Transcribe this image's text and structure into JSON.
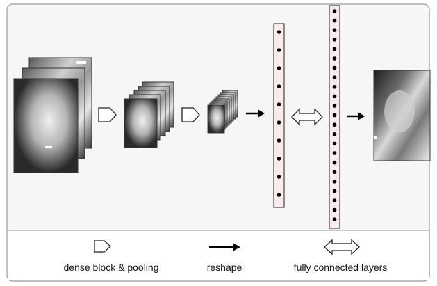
{
  "legend": {
    "dense_block": "dense block & pooling",
    "reshape": "reshape",
    "fully_connected": "fully connected layers"
  },
  "colors": {
    "frame_border": "#9a9a9a",
    "panel_bg": "#f6f6f6",
    "divider": "#a8a8a8",
    "vector_fill": "#fbecec",
    "node": "#000000"
  },
  "icons": [
    "dense-block-pooling-icon",
    "reshape-arrow-icon",
    "fully-connected-double-arrow-icon"
  ]
}
